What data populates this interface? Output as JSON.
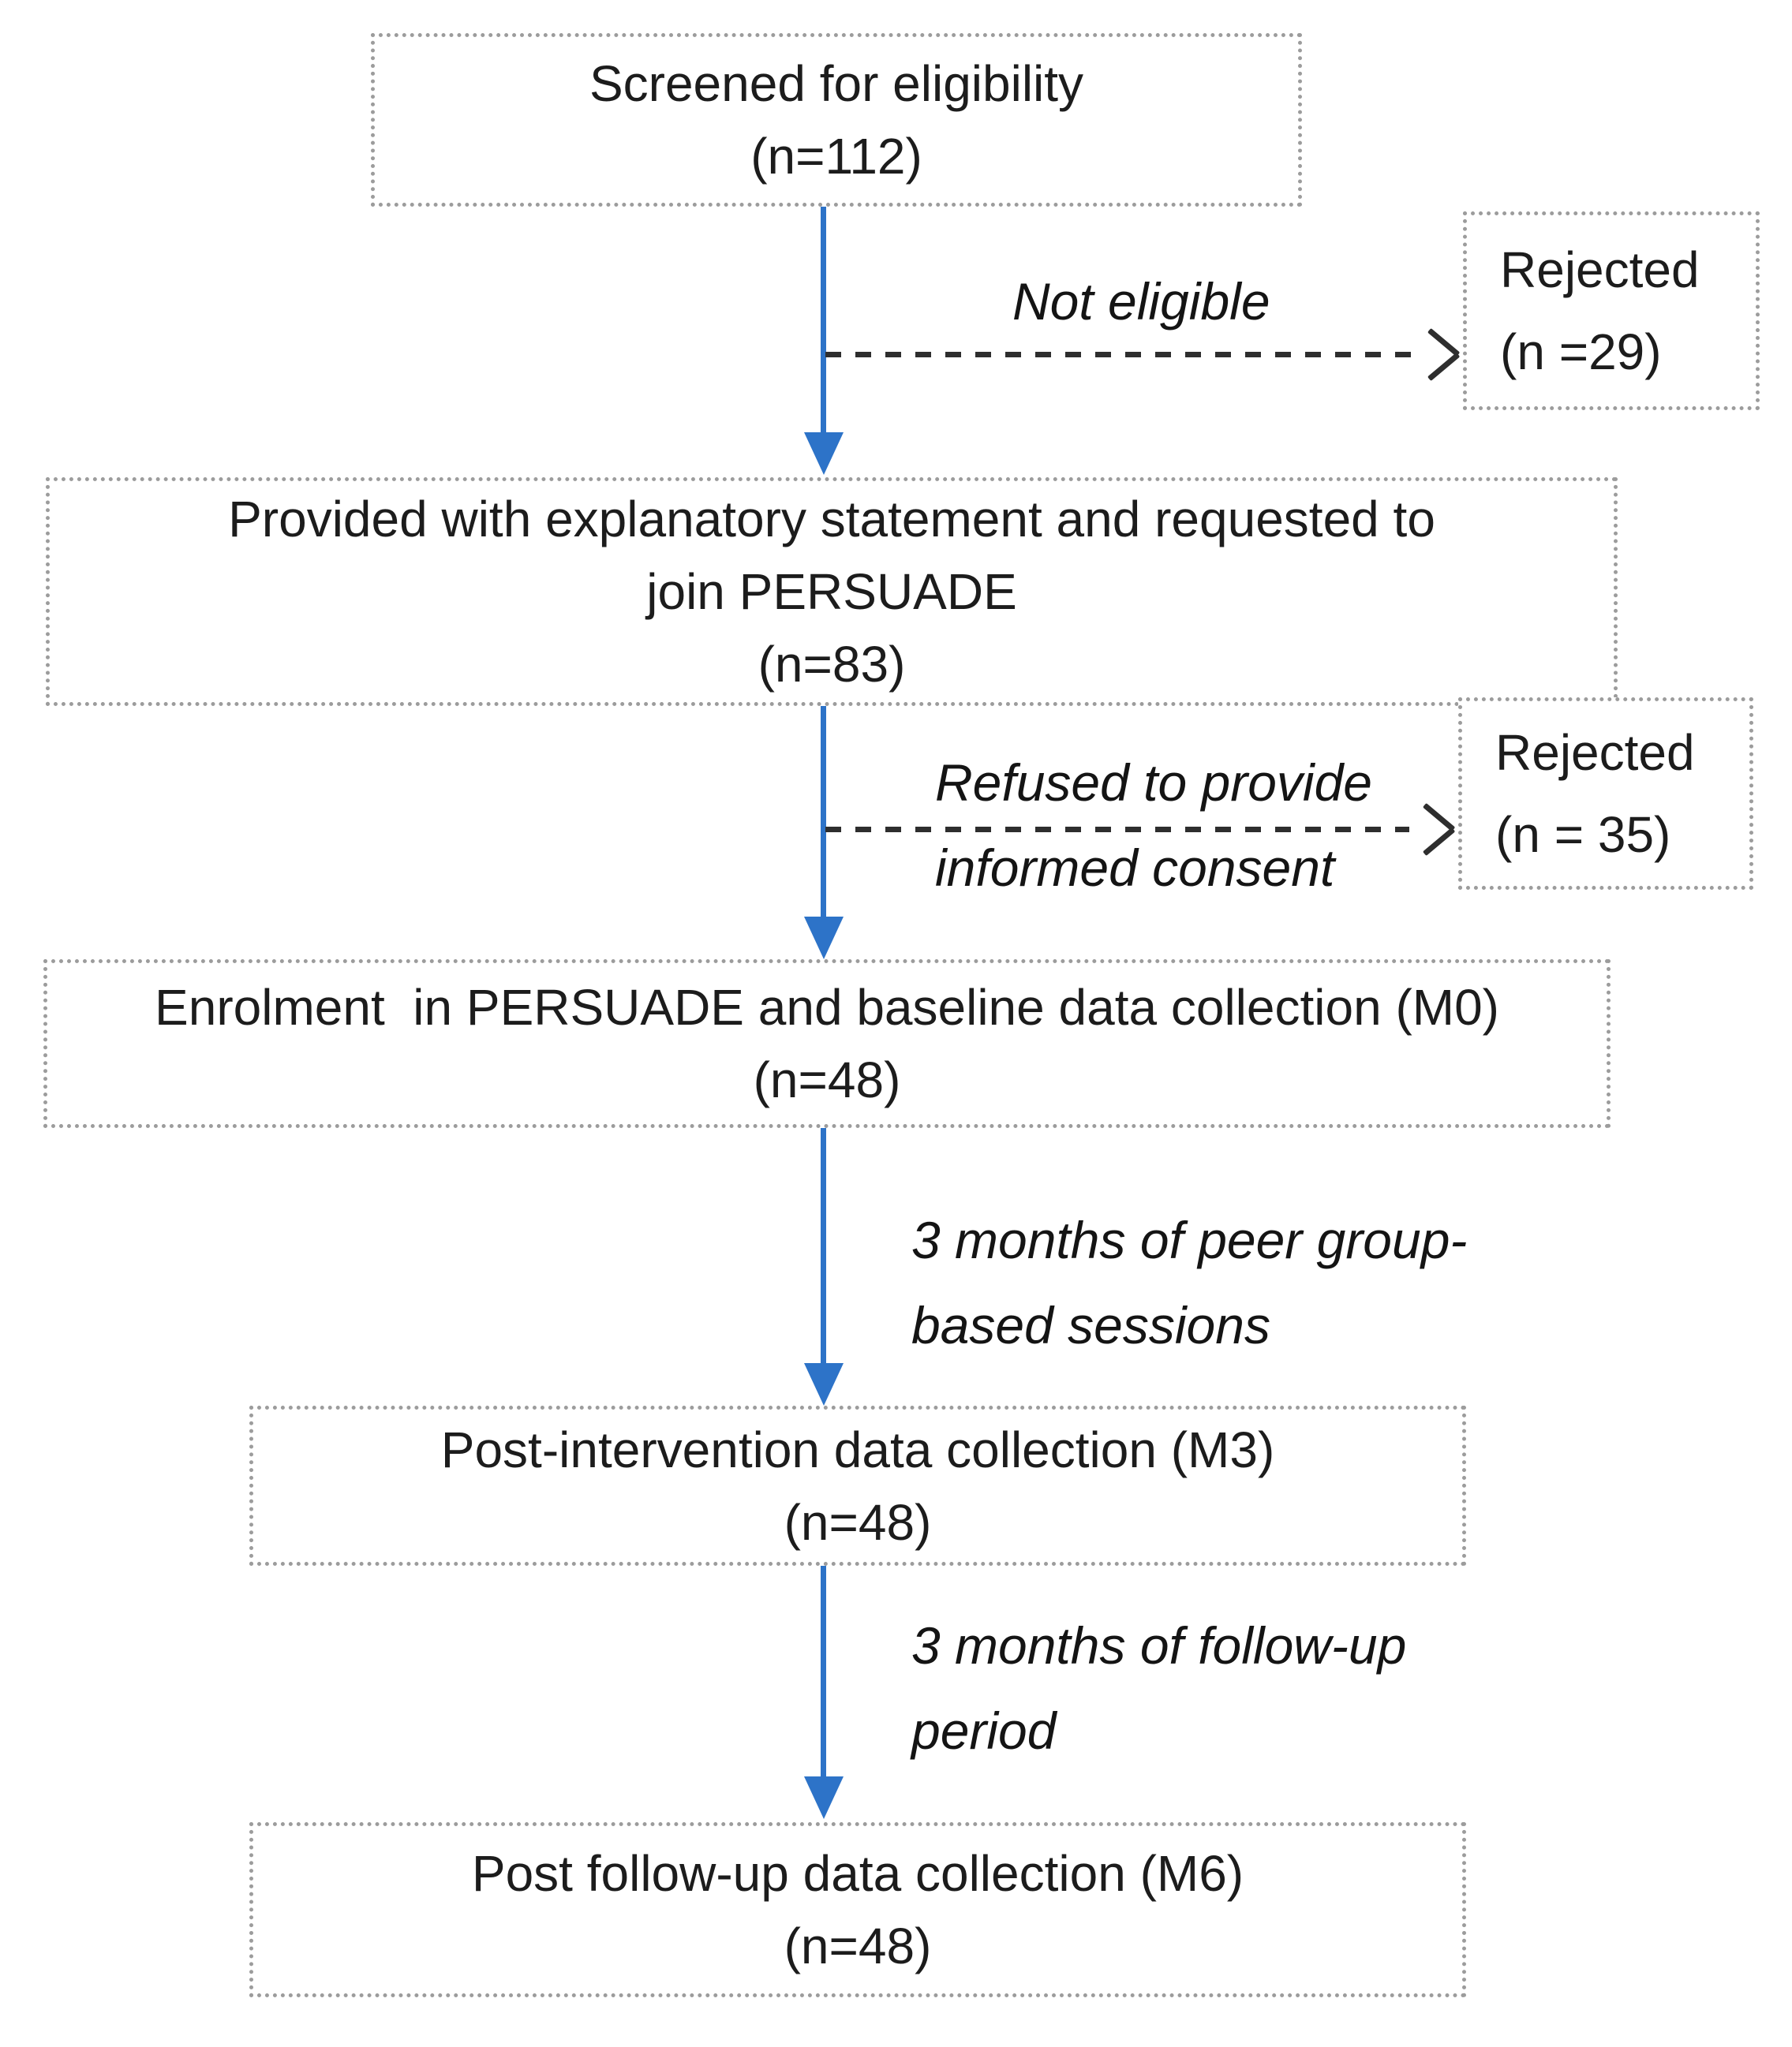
{
  "flowchart": {
    "boxes": {
      "screened": {
        "lines": [
          "Screened for eligibility",
          "(n=112)"
        ]
      },
      "provided": {
        "lines": [
          "Provided with explanatory statement and requested to",
          "join PERSUADE",
          "(n=83)"
        ]
      },
      "enrolment": {
        "lines": [
          "Enrolment  in PERSUADE and baseline data collection (M0)",
          "(n=48)"
        ]
      },
      "post_intervention": {
        "lines": [
          "Post-intervention data collection (M3)",
          "(n=48)"
        ]
      },
      "post_followup": {
        "lines": [
          "Post follow-up data collection (M6)",
          "(n=48)"
        ]
      },
      "rejected_1": {
        "lines": [
          "Rejected",
          "(n =29)"
        ]
      },
      "rejected_2": {
        "lines": [
          "Rejected",
          "(n = 35)"
        ]
      }
    },
    "edge_labels": {
      "not_eligible": "Not eligible",
      "refused_line1": "Refused to provide",
      "refused_line2": "informed consent",
      "peer_sessions_line1": "3 months of peer group-",
      "peer_sessions_line2": "based sessions",
      "followup_line1": "3 months of follow-up",
      "followup_line2": "period"
    },
    "colors": {
      "arrow_blue": "#2D73C8",
      "dashed_arrow_black": "#2E2E2E",
      "box_border_gray": "#9C9C9C",
      "text_black": "#1C1C1C"
    }
  }
}
